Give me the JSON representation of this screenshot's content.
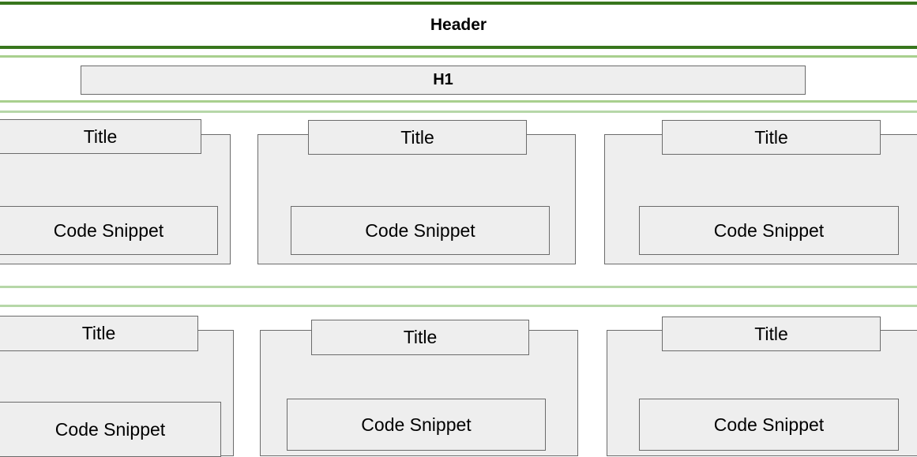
{
  "colors": {
    "dark_green": "#38761d",
    "light_green": "#b6d7a8",
    "box_fill": "#eeeeee",
    "box_border": "#6b6b6b"
  },
  "header": {
    "label": "Header"
  },
  "h1": {
    "label": "H1"
  },
  "rows": [
    {
      "cards": [
        {
          "title": "Title",
          "code": "Code Snippet"
        },
        {
          "title": "Title",
          "code": "Code Snippet"
        },
        {
          "title": "Title",
          "code": "Code Snippet"
        }
      ]
    },
    {
      "cards": [
        {
          "title": "Title",
          "code": "Code Snippet"
        },
        {
          "title": "Title",
          "code": "Code Snippet"
        },
        {
          "title": "Title",
          "code": "Code Snippet"
        }
      ]
    }
  ]
}
